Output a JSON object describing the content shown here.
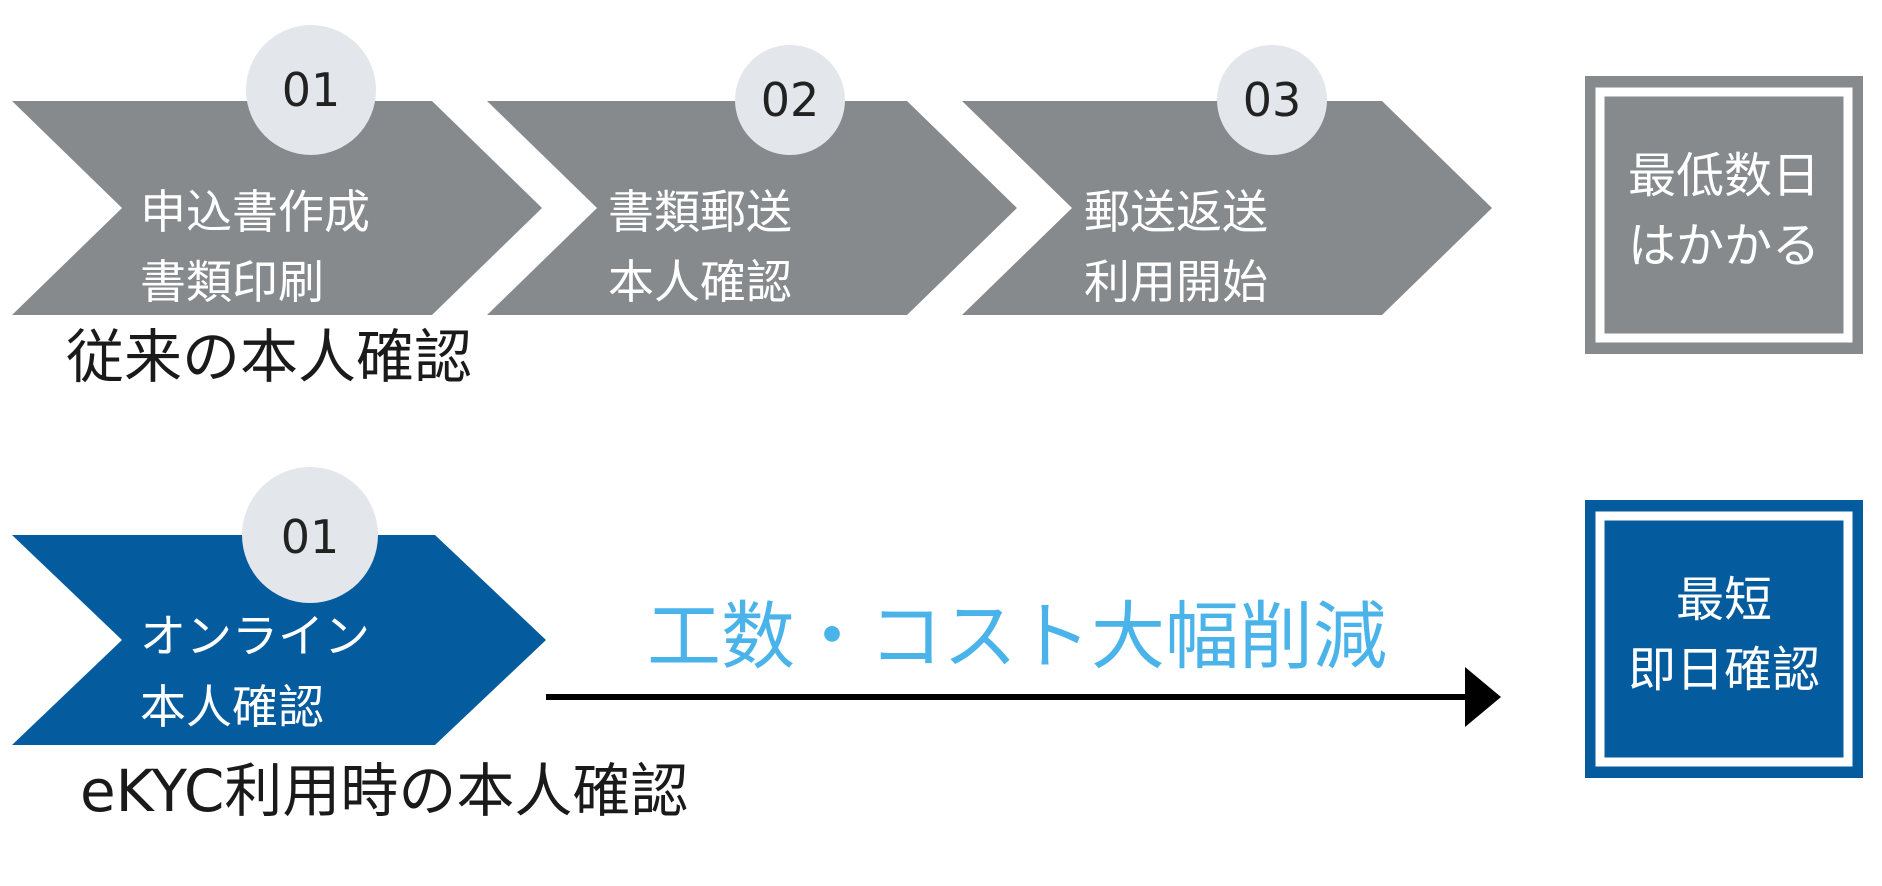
{
  "colors": {
    "legacy_fill": "#878a8d",
    "ekyc_fill": "#045b9e",
    "badge_fill": "#e3e7eb",
    "badge_text": "#222222",
    "step_text": "#ffffff",
    "label_text": "#1a1a1a",
    "benefit_text": "#4ab4ea",
    "arrow": "#000000"
  },
  "legacy": {
    "label": "従来の本人確認",
    "steps": [
      {
        "number": "01",
        "line1": "申込書作成",
        "line2": "書類印刷"
      },
      {
        "number": "02",
        "line1": "書類郵送",
        "line2": "本人確認"
      },
      {
        "number": "03",
        "line1": "郵送返送",
        "line2": "利用開始"
      }
    ],
    "result": {
      "line1": "最低数日",
      "line2": "はかかる"
    }
  },
  "ekyc": {
    "label": "eKYC利用時の本人確認",
    "steps": [
      {
        "number": "01",
        "line1": "オンライン",
        "line2": "本人確認"
      }
    ],
    "benefit": "工数・コスト大幅削減",
    "result": {
      "line1": "最短",
      "line2": "即日確認"
    }
  }
}
